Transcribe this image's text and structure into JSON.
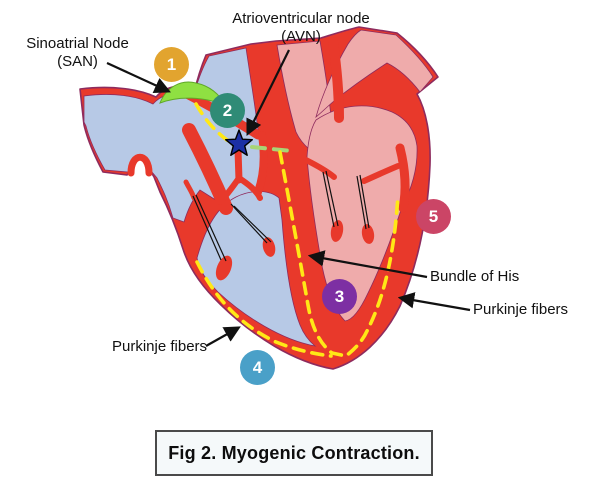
{
  "figure": {
    "caption": "Fig 2. Myogenic Contraction."
  },
  "labels": {
    "san": {
      "line1": "Sinoatrial Node",
      "line2": "(SAN)"
    },
    "avn": {
      "line1": "Atrioventricular node",
      "line2": "(AVN)"
    },
    "bundle_of_his": "Bundle of His",
    "purkinje_right": "Purkinje fibers",
    "purkinje_left": "Purkinje fibers"
  },
  "markers": [
    {
      "number": "1",
      "color": "#e2a42f"
    },
    {
      "number": "2",
      "color": "#2f8b76"
    },
    {
      "number": "3",
      "color": "#7d2fa3"
    },
    {
      "number": "4",
      "color": "#4aa0c8"
    },
    {
      "number": "5",
      "color": "#cb4566"
    }
  ],
  "colors": {
    "heart_wall_red": "#e8392b",
    "wall_outline": "#8e2b5e",
    "right_side_chambers_blue": "#b7c9e6",
    "left_side_chambers_pink": "#efabab",
    "san_node_green": "#8fe042",
    "avn_star_blue": "#1b2fa5",
    "conduction_pathway_yellow": "#ffe816",
    "internodal_dash_green": "#a8d575",
    "annotation_black": "#111111"
  }
}
